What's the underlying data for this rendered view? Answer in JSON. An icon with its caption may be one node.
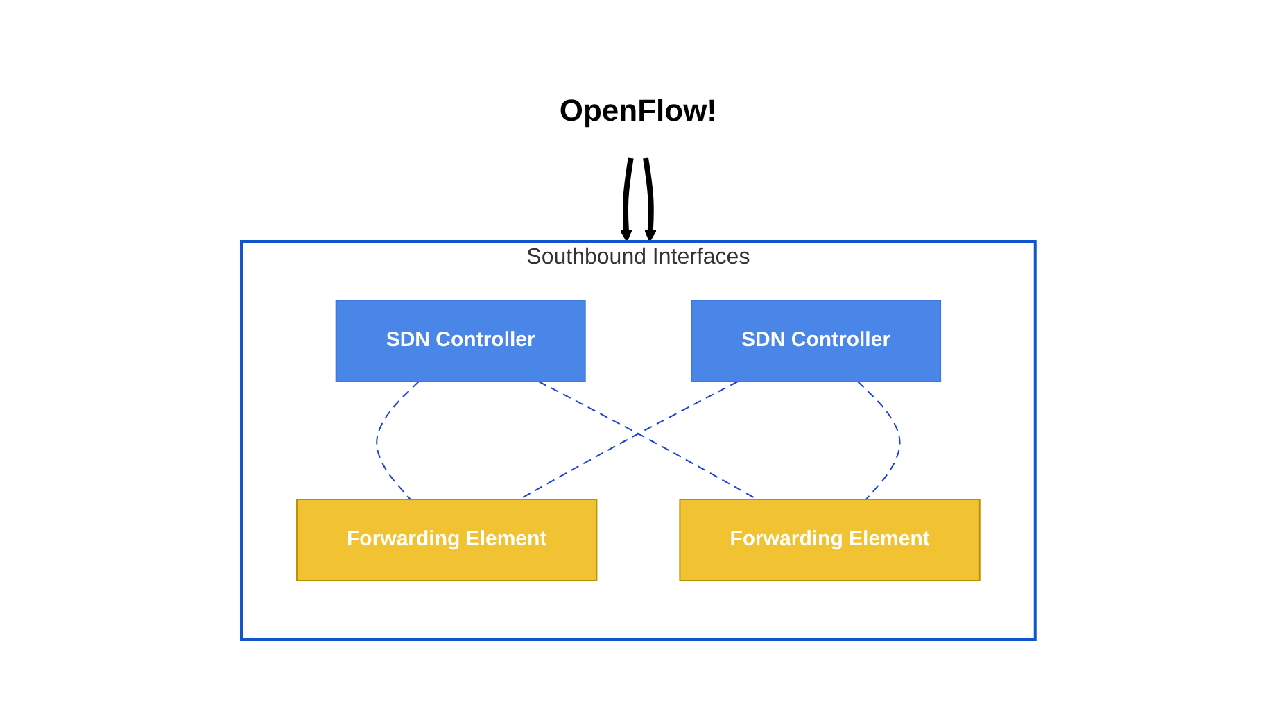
{
  "diagram": {
    "nodes": [
      {
        "text": [
          "Southbound Interfaces"
        ]
      },
      {
        "text": [
          "SDN Controller"
        ],
        "in": 0
      },
      {
        "text": [
          "SDN Controller"
        ],
        "in": 0
      },
      {
        "text": [
          "Forwarding Element"
        ],
        "in": 0
      },
      {
        "text": [
          "Forwarding Element"
        ],
        "in": 0
      },
      {
        "text": [
          "OpenFlow!"
        ]
      }
    ],
    "edges": [
      {
        "from": 1,
        "to": 3,
        "arrow": "none",
        "style": "dashed",
        "color": "#1a3fe0"
      },
      {
        "from": 1,
        "to": 4,
        "arrow": "none",
        "style": "dashed",
        "color": "#1a3fe0"
      },
      {
        "from": 2,
        "to": 3,
        "arrow": "none",
        "style": "dashed",
        "color": "#1a3fe0"
      },
      {
        "from": 2,
        "to": 4,
        "arrow": "none",
        "style": "dashed",
        "color": "#1a3fe0"
      },
      {
        "from": 5,
        "to": 0,
        "arrow": "to",
        "style": "thick",
        "color": "#000000"
      },
      {
        "from": 5,
        "to": 0,
        "arrow": "to",
        "style": "thick",
        "color": "#000000"
      }
    ]
  }
}
